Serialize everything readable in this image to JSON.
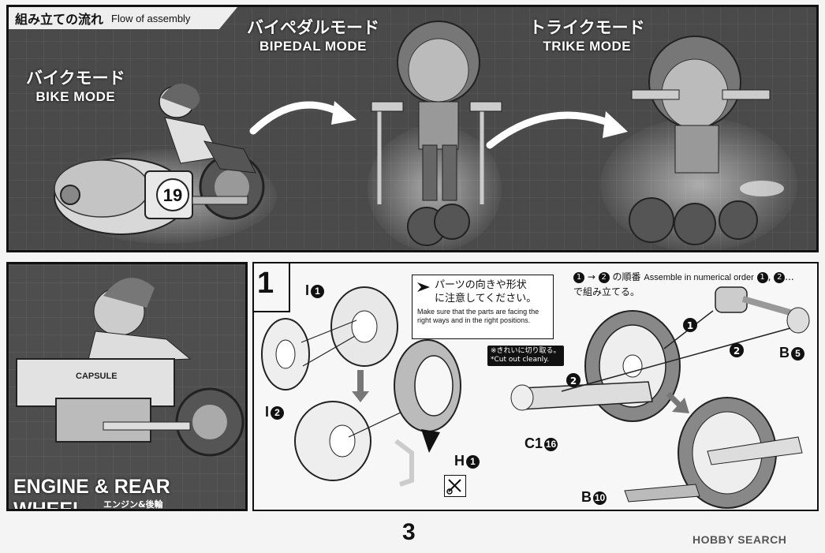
{
  "header": {
    "title_jp": "組み立ての流れ",
    "title_en": "Flow of assembly"
  },
  "modes": {
    "bike": {
      "jp": "バイクモード",
      "en": "BIKE MODE",
      "number": "19"
    },
    "bipedal": {
      "jp": "バイペダルモード",
      "en": "BIPEDAL MODE"
    },
    "trike": {
      "jp": "トライクモード",
      "en": "TRIKE MODE"
    }
  },
  "section": {
    "title_en": "ENGINE & REAR WHEEL",
    "title_jp": "エンジン&後輪",
    "label": "CAPSULE"
  },
  "step": {
    "number": "1",
    "parts": {
      "i1": {
        "letter": "I",
        "num": "1"
      },
      "i2": {
        "letter": "I",
        "num": "2"
      },
      "h1": {
        "letter": "H",
        "num": "1"
      },
      "c16": {
        "letter": "C1",
        "num": "16"
      },
      "b5": {
        "letter": "B",
        "num": "5"
      },
      "b10": {
        "letter": "B",
        "num": "10"
      }
    },
    "note": {
      "jp_line1": "パーツの向きや形状",
      "jp_line2": "に注意してください。",
      "en": "Make sure that the parts are facing the right ways and in the right positions."
    },
    "cut": {
      "jp": "※きれいに切り取る。",
      "en": "*Cut out cleanly."
    },
    "order": {
      "c1": "1",
      "arrow": "→",
      "c2": "2",
      "jp": "の順番",
      "en": "Assemble in numerical order",
      "suffix": "...",
      "jp2": "で組み立てる。"
    },
    "arrows": {
      "one": "1",
      "two": "2"
    }
  },
  "footer": {
    "page": "3",
    "brand": "HOBBY SEARCH"
  }
}
